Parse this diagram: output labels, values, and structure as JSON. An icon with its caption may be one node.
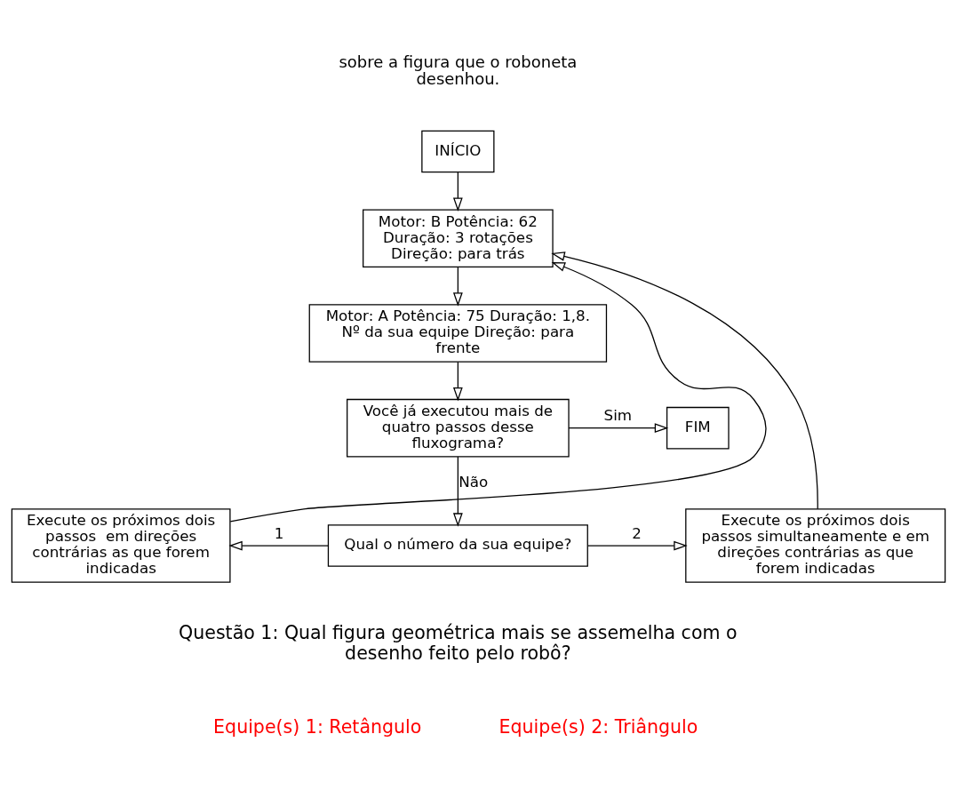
{
  "diagram": {
    "nodes": [
      {
        "text": [
          "INÍCIO"
        ]
      },
      {
        "text": [
          "Motor: B Potência: 62 Duração: 3 rotações Direção: para trás"
        ]
      },
      {
        "text": [
          "Motor: A Potência: 75 Duração: 1,8. Nº da sua equipe Direção: para frente"
        ]
      },
      {
        "text": [
          "Você já executou mais de quatro passos desse fluxograma?"
        ]
      },
      {
        "text": [
          "FIM"
        ]
      },
      {
        "text": [
          "Qual o número da sua equipe?"
        ]
      },
      {
        "text": [
          "Execute os próximos dois passos  em direções contrárias as que forem indicadas"
        ]
      },
      {
        "text": [
          "Execute os próximos dois passos simultaneamente e em direções contrárias as que forem indicadas"
        ]
      }
    ],
    "edges": [
      {
        "from": 0,
        "to": 1,
        "arrow": "to"
      },
      {
        "from": 1,
        "to": 2,
        "arrow": "to"
      },
      {
        "from": 2,
        "to": 3,
        "arrow": "to"
      },
      {
        "from": 3,
        "to": 4,
        "arrow": "to",
        "label": "Sim"
      },
      {
        "from": 3,
        "to": 5,
        "arrow": "to",
        "label": "Não"
      },
      {
        "from": 5,
        "to": 6,
        "arrow": "to",
        "label": "1"
      },
      {
        "from": 5,
        "to": 7,
        "arrow": "to",
        "label": "2"
      },
      {
        "from": 6,
        "to": 1,
        "arrow": "to"
      },
      {
        "from": 7,
        "to": 1,
        "arrow": "to"
      }
    ],
    "labels": [
      "sobre a figura que o roboneta desenhou.",
      "Questão 1: Qual figura geométrica mais se assemelha com o desenho feito pelo robô?",
      "Equipe(s) 1: Retângulo",
      "Equipe(s) 2: Triângulo"
    ]
  }
}
